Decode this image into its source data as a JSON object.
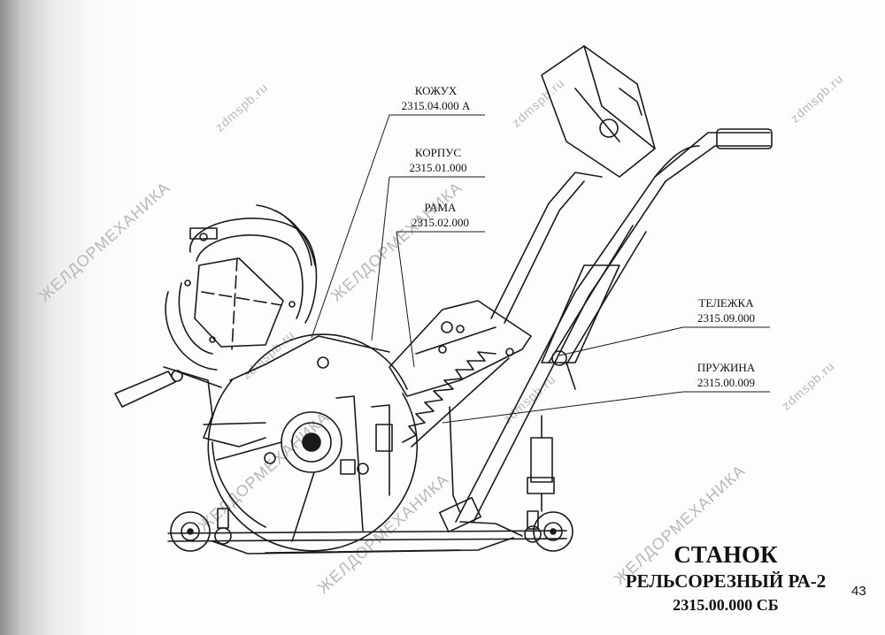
{
  "watermarks": {
    "brand": "ЖЕЛДОРМЕХАНИКА",
    "site": "zdmspb.ru"
  },
  "callouts": [
    {
      "name": "КОЖУХ",
      "code": "2315.04.000 А"
    },
    {
      "name": "КОРПУС",
      "code": "2315.01.000"
    },
    {
      "name": "РАМА",
      "code": "2315.02.000"
    },
    {
      "name": "ТЕЛЕЖКА",
      "code": "2315.09.000"
    },
    {
      "name": "ПРУЖИНА",
      "code": "2315.00.009"
    }
  ],
  "title": {
    "line1": "СТАНОК",
    "line2": "РЕЛЬСОРЕЗНЫЙ РА-2",
    "line3": "2315.00.000 СБ"
  },
  "page_number": "43"
}
